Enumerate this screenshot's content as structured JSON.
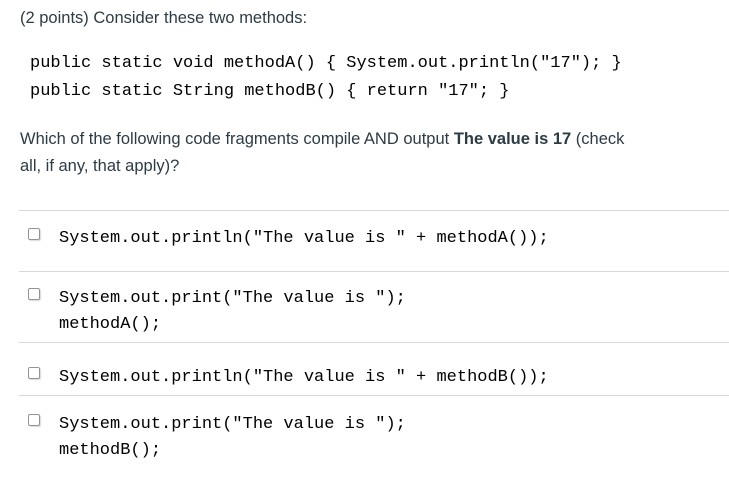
{
  "question": {
    "header": "(2 points) Consider these two methods:",
    "code_block": {
      "line1": "public static void methodA() { System.out.println(\"17\"); }",
      "line2": "public static String methodB() { return \"17\"; }"
    },
    "prompt": {
      "line1_before_bold": "Which of the following code fragments compile AND output ",
      "line1_bold": "The value is 17",
      "line1_after_bold": " (check",
      "line2": "all, if any, that apply)?"
    }
  },
  "answers": {
    "options": [
      {
        "checked": false,
        "code": "System.out.println(\"The value is \" + methodA());"
      },
      {
        "checked": false,
        "code": "System.out.print(\"The value is \");\nmethodA();"
      },
      {
        "checked": false,
        "code": "System.out.println(\"The value is \" + methodB());"
      },
      {
        "checked": false,
        "code": "System.out.print(\"The value is \");\nmethodB();"
      }
    ]
  },
  "colors": {
    "background": "#FFFFFF",
    "text": "#2D3B45",
    "code_text": "#000000",
    "divider": "#D8D8D8",
    "checkbox_border": "#949494"
  }
}
